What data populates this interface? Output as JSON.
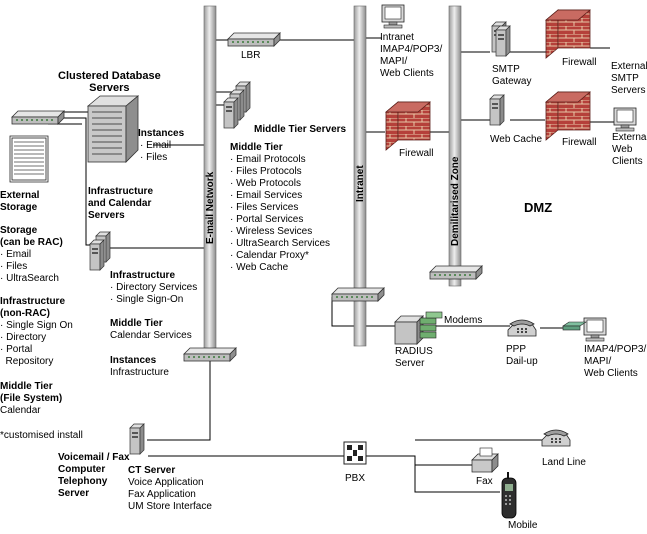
{
  "labels": {
    "lbr": "LBR",
    "intranet_clients": "Intranet\nIMAP4/POP3/\nMAPI/\nWeb Clients",
    "smtp_gateway": "SMTP\nGateway",
    "firewall_top": "Firewall",
    "external_smtp": "External\nSMTP\nServers",
    "clustered_db": "Clustered Database\nServers",
    "instances_top_title": "Instances",
    "instances_top_items": "· Email\n· Files",
    "middle_tier_servers": "Middle Tier Servers",
    "middle_tier_title": "Middle Tier",
    "middle_tier_items": "· Email Protocols\n· Files Protocols\n· Web Protocols\n· Email Services\n· Files Services\n· Portal Services\n· Wireless Sevices\n· UltraSearch Services\n· Calendar Proxy*\n· Web Cache",
    "firewall_mid": "Firewall",
    "web_cache": "Web Cache",
    "firewall_right": "Firewall",
    "external_web": "External\nWeb\nClients",
    "dmz": "DMZ",
    "external_storage": "External\nStorage",
    "storage_title": "Storage\n(can be RAC)",
    "storage_items": "· Email\n· Files\n· UltraSearch",
    "infra_calendar": "Infrastructure\nand Calendar\nServers",
    "infrastructure_title": "Infrastructure",
    "infrastructure_items": "· Directory Services\n· Single Sign-On",
    "infra_nonrac_title": "Infrastructure\n(non-RAC)",
    "infra_nonrac_items": "· Single Sign On\n· Directory\n· Portal\n  Repository",
    "middle_tier2_title": "Middle Tier",
    "middle_tier2_items": "Calendar Services",
    "instances2_title": "Instances",
    "instances2_items": "Infrastructure",
    "middle_tier_fs_title": "Middle Tier\n(File System)",
    "middle_tier_fs_items": "Calendar",
    "customised": "*customised install",
    "modems": "Modems",
    "radius": "RADIUS\nServer",
    "ppp": "PPP\nDail-up",
    "dialup_clients": "IMAP4/POP3/\nMAPI/\nWeb Clients",
    "voicemail": "Voicemail / Fax\nComputer\nTelephony\nServer",
    "ct_title": "CT Server",
    "ct_items": "Voice Application\nFax Application\nUM Store Interface",
    "pbx": "PBX",
    "fax": "Fax",
    "land_line": "Land Line",
    "mobile": "Mobile"
  },
  "networks": {
    "email": "E-mail Network",
    "intranet": "Intranet",
    "dmz_zone": "Demilitarised Zone"
  },
  "colors": {
    "brick": "#c0504d",
    "mortar": "#e8c9a8",
    "pole": "#d6d6d6",
    "hub": "#c8c8c8",
    "server": "#b4b4b4",
    "screen": "#ffffff",
    "dark": "#333333"
  }
}
